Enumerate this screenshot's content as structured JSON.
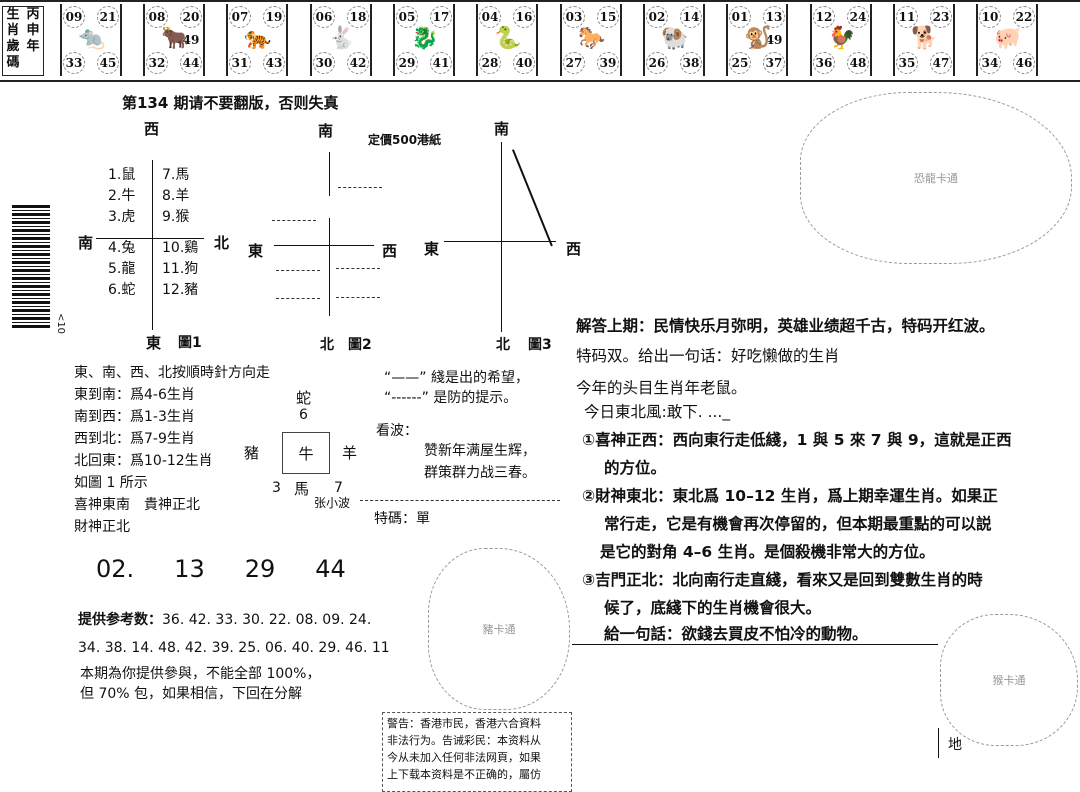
{
  "header_strip": {
    "title_cols": [
      "生肖歲碼",
      "丙申年"
    ],
    "cells": [
      {
        "animal": "rat",
        "glyph": "🐀",
        "tl": "09",
        "tr": "21",
        "bl": "33",
        "br": "45",
        "mid": ""
      },
      {
        "animal": "ox",
        "glyph": "🐂",
        "tl": "08",
        "tr": "20",
        "bl": "32",
        "br": "44",
        "mid": "49"
      },
      {
        "animal": "tiger",
        "glyph": "🐅",
        "tl": "07",
        "tr": "19",
        "bl": "31",
        "br": "43",
        "mid": ""
      },
      {
        "animal": "rabbit",
        "glyph": "🐇",
        "tl": "06",
        "tr": "18",
        "bl": "30",
        "br": "42",
        "mid": ""
      },
      {
        "animal": "dragon",
        "glyph": "🐉",
        "tl": "05",
        "tr": "17",
        "bl": "29",
        "br": "41",
        "mid": ""
      },
      {
        "animal": "snake",
        "glyph": "🐍",
        "tl": "04",
        "tr": "16",
        "bl": "28",
        "br": "40",
        "mid": ""
      },
      {
        "animal": "horse",
        "glyph": "🐎",
        "tl": "03",
        "tr": "15",
        "bl": "27",
        "br": "39",
        "mid": ""
      },
      {
        "animal": "goat",
        "glyph": "🐏",
        "tl": "02",
        "tr": "14",
        "bl": "26",
        "br": "38",
        "mid": ""
      },
      {
        "animal": "monkey",
        "glyph": "🐒",
        "tl": "01",
        "tr": "13",
        "bl": "25",
        "br": "37",
        "mid": "49"
      },
      {
        "animal": "rooster",
        "glyph": "🐓",
        "tl": "12",
        "tr": "24",
        "bl": "36",
        "br": "48",
        "mid": ""
      },
      {
        "animal": "dog",
        "glyph": "🐕",
        "tl": "11",
        "tr": "23",
        "bl": "35",
        "br": "47",
        "mid": ""
      },
      {
        "animal": "pig",
        "glyph": "🐖",
        "tl": "10",
        "tr": "22",
        "bl": "34",
        "br": "46",
        "mid": ""
      }
    ]
  },
  "notice": "第134 期请不要翻版，否则失真",
  "price": "定價500港紙",
  "figure1": {
    "top": "西",
    "bottom": "東",
    "left": "南",
    "right": "北",
    "caption": "圖1",
    "left_list": [
      "1.鼠",
      "2.牛",
      "3.虎",
      "4.兔",
      "5.龍",
      "6.蛇"
    ],
    "right_list": [
      "7.馬",
      "8.羊",
      "9.猴",
      "10.鷄",
      "11.狗",
      "12.豬"
    ]
  },
  "figure2": {
    "top": "南",
    "left": "東",
    "right": "西",
    "bottom": "北",
    "caption": "圖2"
  },
  "figure3": {
    "top": "南",
    "left": "東",
    "right": "西",
    "bottom": "北",
    "caption": "圖3"
  },
  "rules": {
    "intro": "東、南、西、北按順時針方向走",
    "lines": [
      "東到南：爲4-6生肖",
      "南到西：爲1-3生肖",
      "西到北：爲7-9生肖",
      "北回東：爲10-12生肖"
    ],
    "as_fig": "如圖 1 所示",
    "gods_1": "喜神東南　貴神正北",
    "gods_2": "財神正北"
  },
  "center_grid": {
    "top_label": "蛇",
    "top_num": "6",
    "left": "豬",
    "center": "牛",
    "right": "羊",
    "bottom_left_num": "3",
    "bottom": "馬",
    "bottom_right_num": "7"
  },
  "hints": {
    "line1_mark": "“——”",
    "line1_text": "綫是出的希望，",
    "line2_mark": "“------”",
    "line2_text": "是防的提示。",
    "kanbo": "看波：",
    "poem1": "赞新年满屋生辉，",
    "poem2": "群策群力战三春。",
    "author": "张小波",
    "special": "特碼：單"
  },
  "big_numbers": [
    "02.",
    "13",
    "29",
    "44"
  ],
  "reference": {
    "label": "提供参考数：",
    "line1": "36. 42. 33. 30. 22. 08. 09. 24.",
    "line2": "34. 38. 14. 48. 42. 39. 25. 06. 40. 29. 46. 11"
  },
  "promise": {
    "line1": "本期為你提供參與，不能全部 100%，",
    "line2": "但 70% 包，如果相信，下回在分解"
  },
  "warning": [
    "警告：香港市民，香港六合資料",
    "非法行为。告诫彩民：本资料从",
    "今从未加入任何非法网頁，如果",
    "上下载本资料是不正确的，屬仿"
  ],
  "right_column": {
    "answer": "解答上期：民情快乐月弥明，英雄业绩超千古，特码开红波。",
    "answer2": "特码双。给出一句话：好吃懒做的生肖",
    "year_head": "今年的头目生肖年老鼠。",
    "wind": "今日東北風:敢下. ..._",
    "item1a": "①喜神正西：西向東行走低綫，1 與 5 來 7 與 9，這就是正西",
    "item1b": "的方位。",
    "item2a": "②財神東北：東北爲 10–12 生肖，爲上期幸運生肖。如果正",
    "item2b": "常行走，它是有機會再次停留的，但本期最重點的可以説",
    "item2c": "是它的對角 4–6 生肖。是個殺機非常大的方位。",
    "item3a": "③吉門正北：北向南行走直綫，看來又是回到雙數生肖的時",
    "item3b": "候了，底綫下的生肖機會很大。",
    "phrase": "給一句話：欲錢去買皮不怕冷的動物。"
  },
  "cartoons": {
    "dino": "恐龍卡通",
    "pig": "豬卡通",
    "monkey": "猴卡通",
    "monkey_label": "地"
  },
  "barcode_text": "<10"
}
